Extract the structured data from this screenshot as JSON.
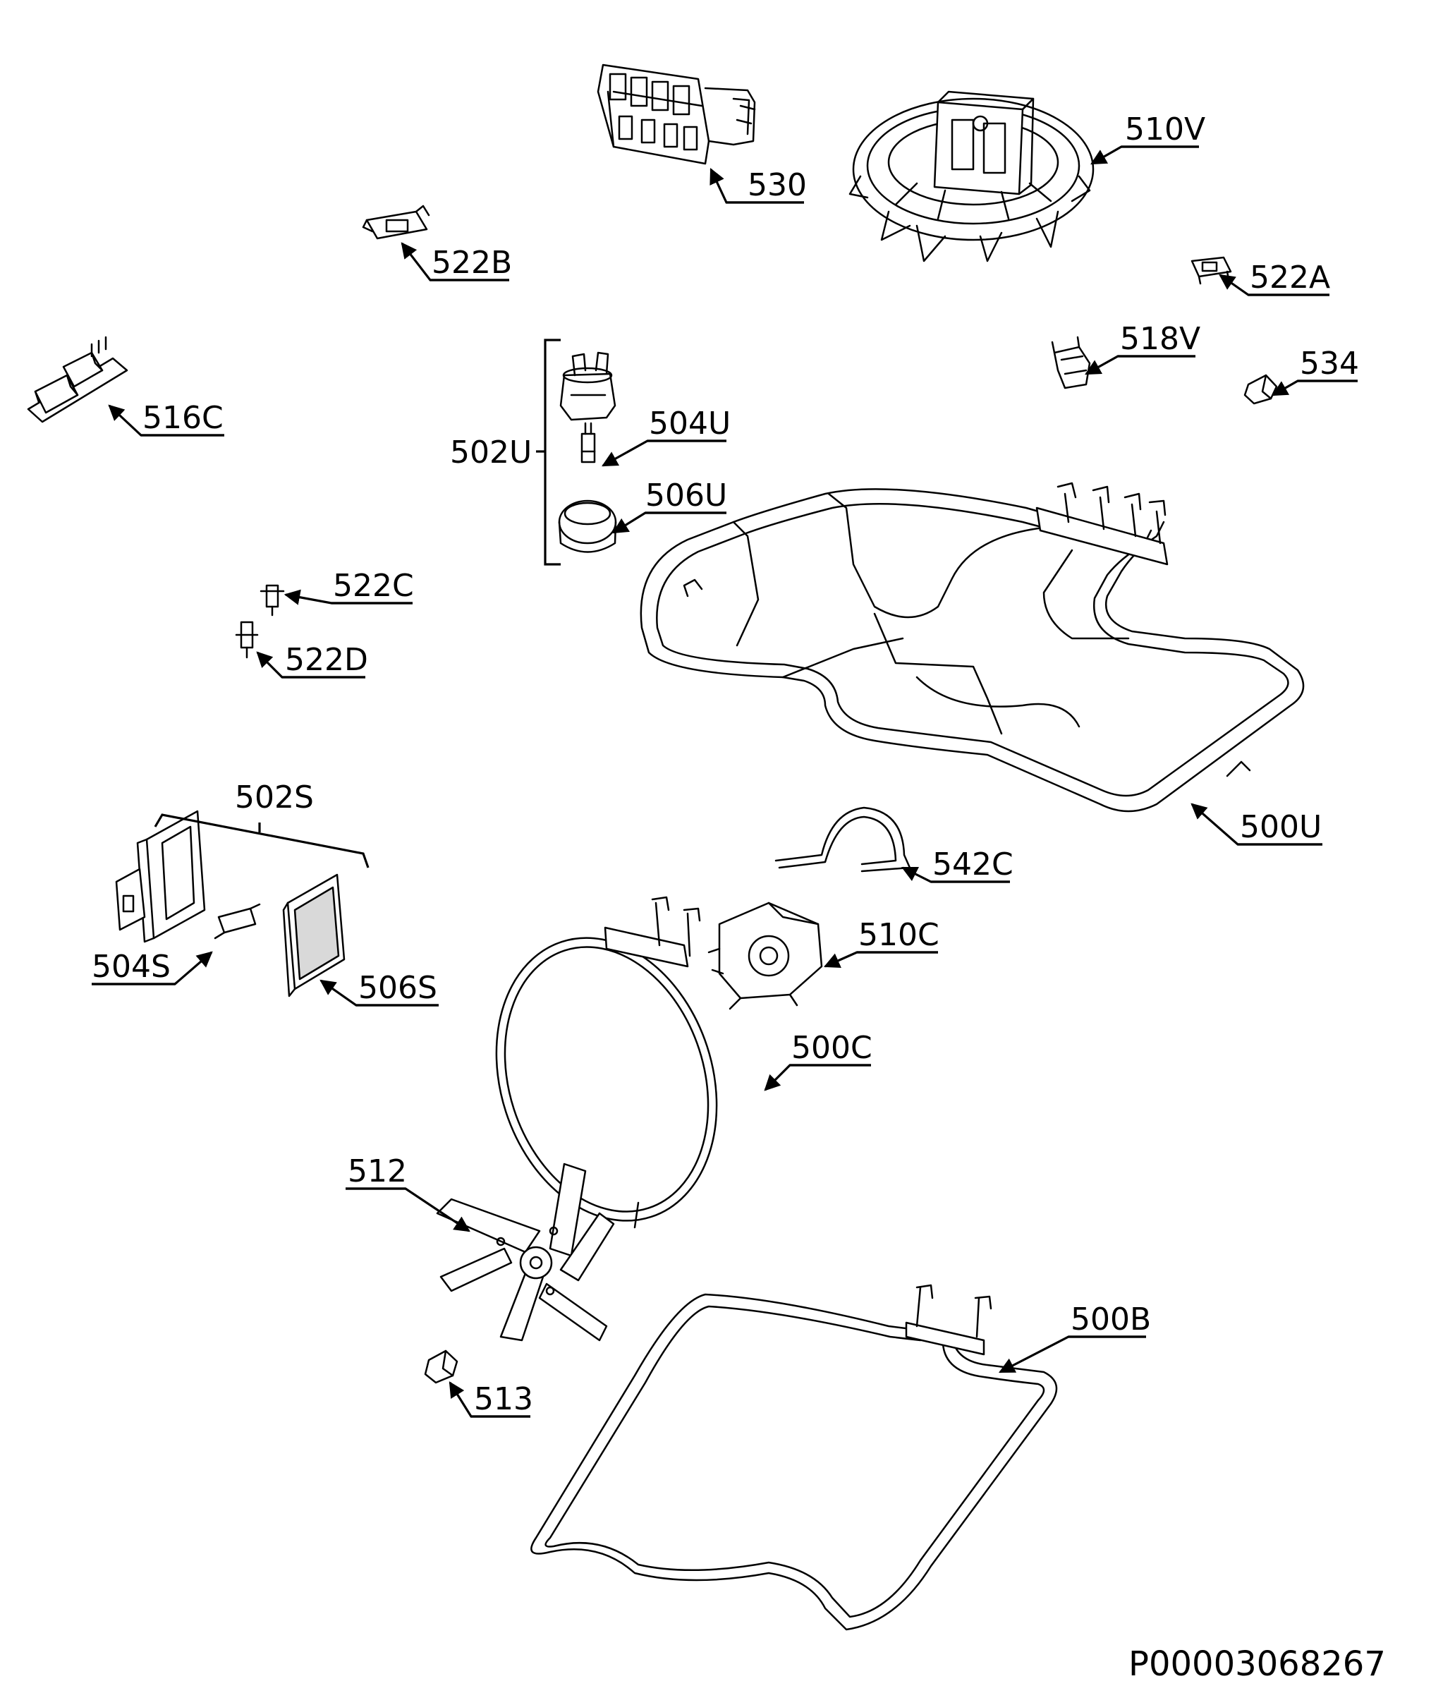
{
  "diagram": {
    "labels": {
      "p530": "530",
      "p510V": "510V",
      "p522B": "522B",
      "p522A": "522A",
      "p518V": "518V",
      "p534": "534",
      "p516C": "516C",
      "p502U": "502U",
      "p504U": "504U",
      "p506U": "506U",
      "p522C": "522C",
      "p522D": "522D",
      "p500U": "500U",
      "p502S": "502S",
      "p542C": "542C",
      "p510C": "510C",
      "p504S": "504S",
      "p506S": "506S",
      "p500C": "500C",
      "p512": "512",
      "p500B": "500B",
      "p513": "513"
    },
    "document_id": "P00003068267"
  }
}
